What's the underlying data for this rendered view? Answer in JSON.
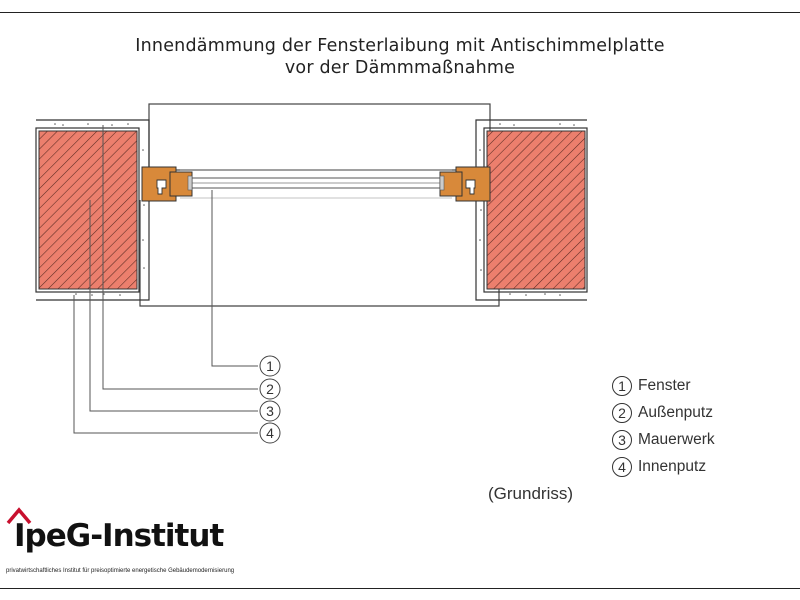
{
  "title_line1": "Innendämmung der Fensterlaibung mit Antischimmelplatte",
  "title_line2": "vor der Dämmmaßnahme",
  "callouts": [
    {
      "number": "1"
    },
    {
      "number": "2"
    },
    {
      "number": "3"
    },
    {
      "number": "4"
    }
  ],
  "legend": [
    {
      "number": "1",
      "label": "Fenster"
    },
    {
      "number": "2",
      "label": "Außenputz"
    },
    {
      "number": "3",
      "label": "Mauerwerk"
    },
    {
      "number": "4",
      "label": "Innenputz"
    }
  ],
  "caption": "(Grundriss)",
  "logo": {
    "name": "IpeG-Institut",
    "tagline": "privatwirtschaftliches Institut für preisoptimierte energetische Gebäudemodernisierung"
  },
  "colors": {
    "masonry": "#ec7f6d",
    "masonry_hatch": "#5a2a22",
    "frame": "#d8893a",
    "logo_accent": "#c8102e",
    "line": "#333333"
  }
}
